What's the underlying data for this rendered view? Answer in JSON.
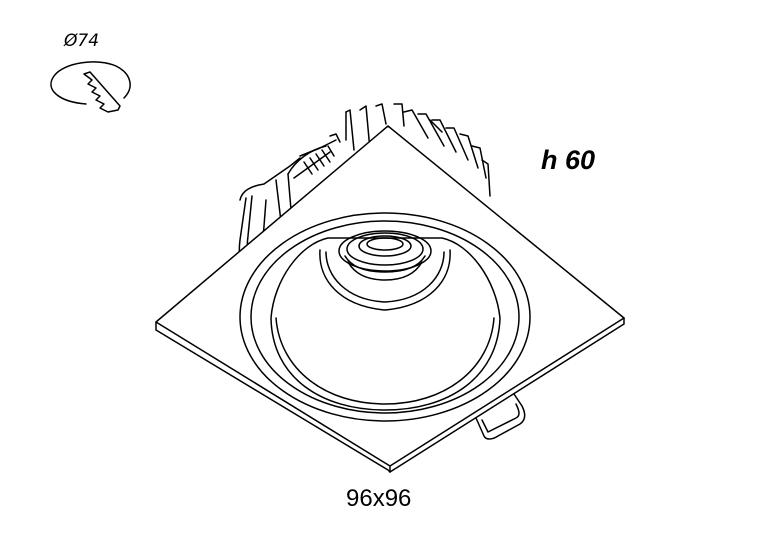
{
  "cutout": {
    "label": "Ø74",
    "icon": "ceiling-cutout-saw-icon"
  },
  "height": {
    "label": "h 60"
  },
  "size": {
    "label": "96x96"
  },
  "colors": {
    "line": "#000000",
    "background": "#ffffff"
  }
}
